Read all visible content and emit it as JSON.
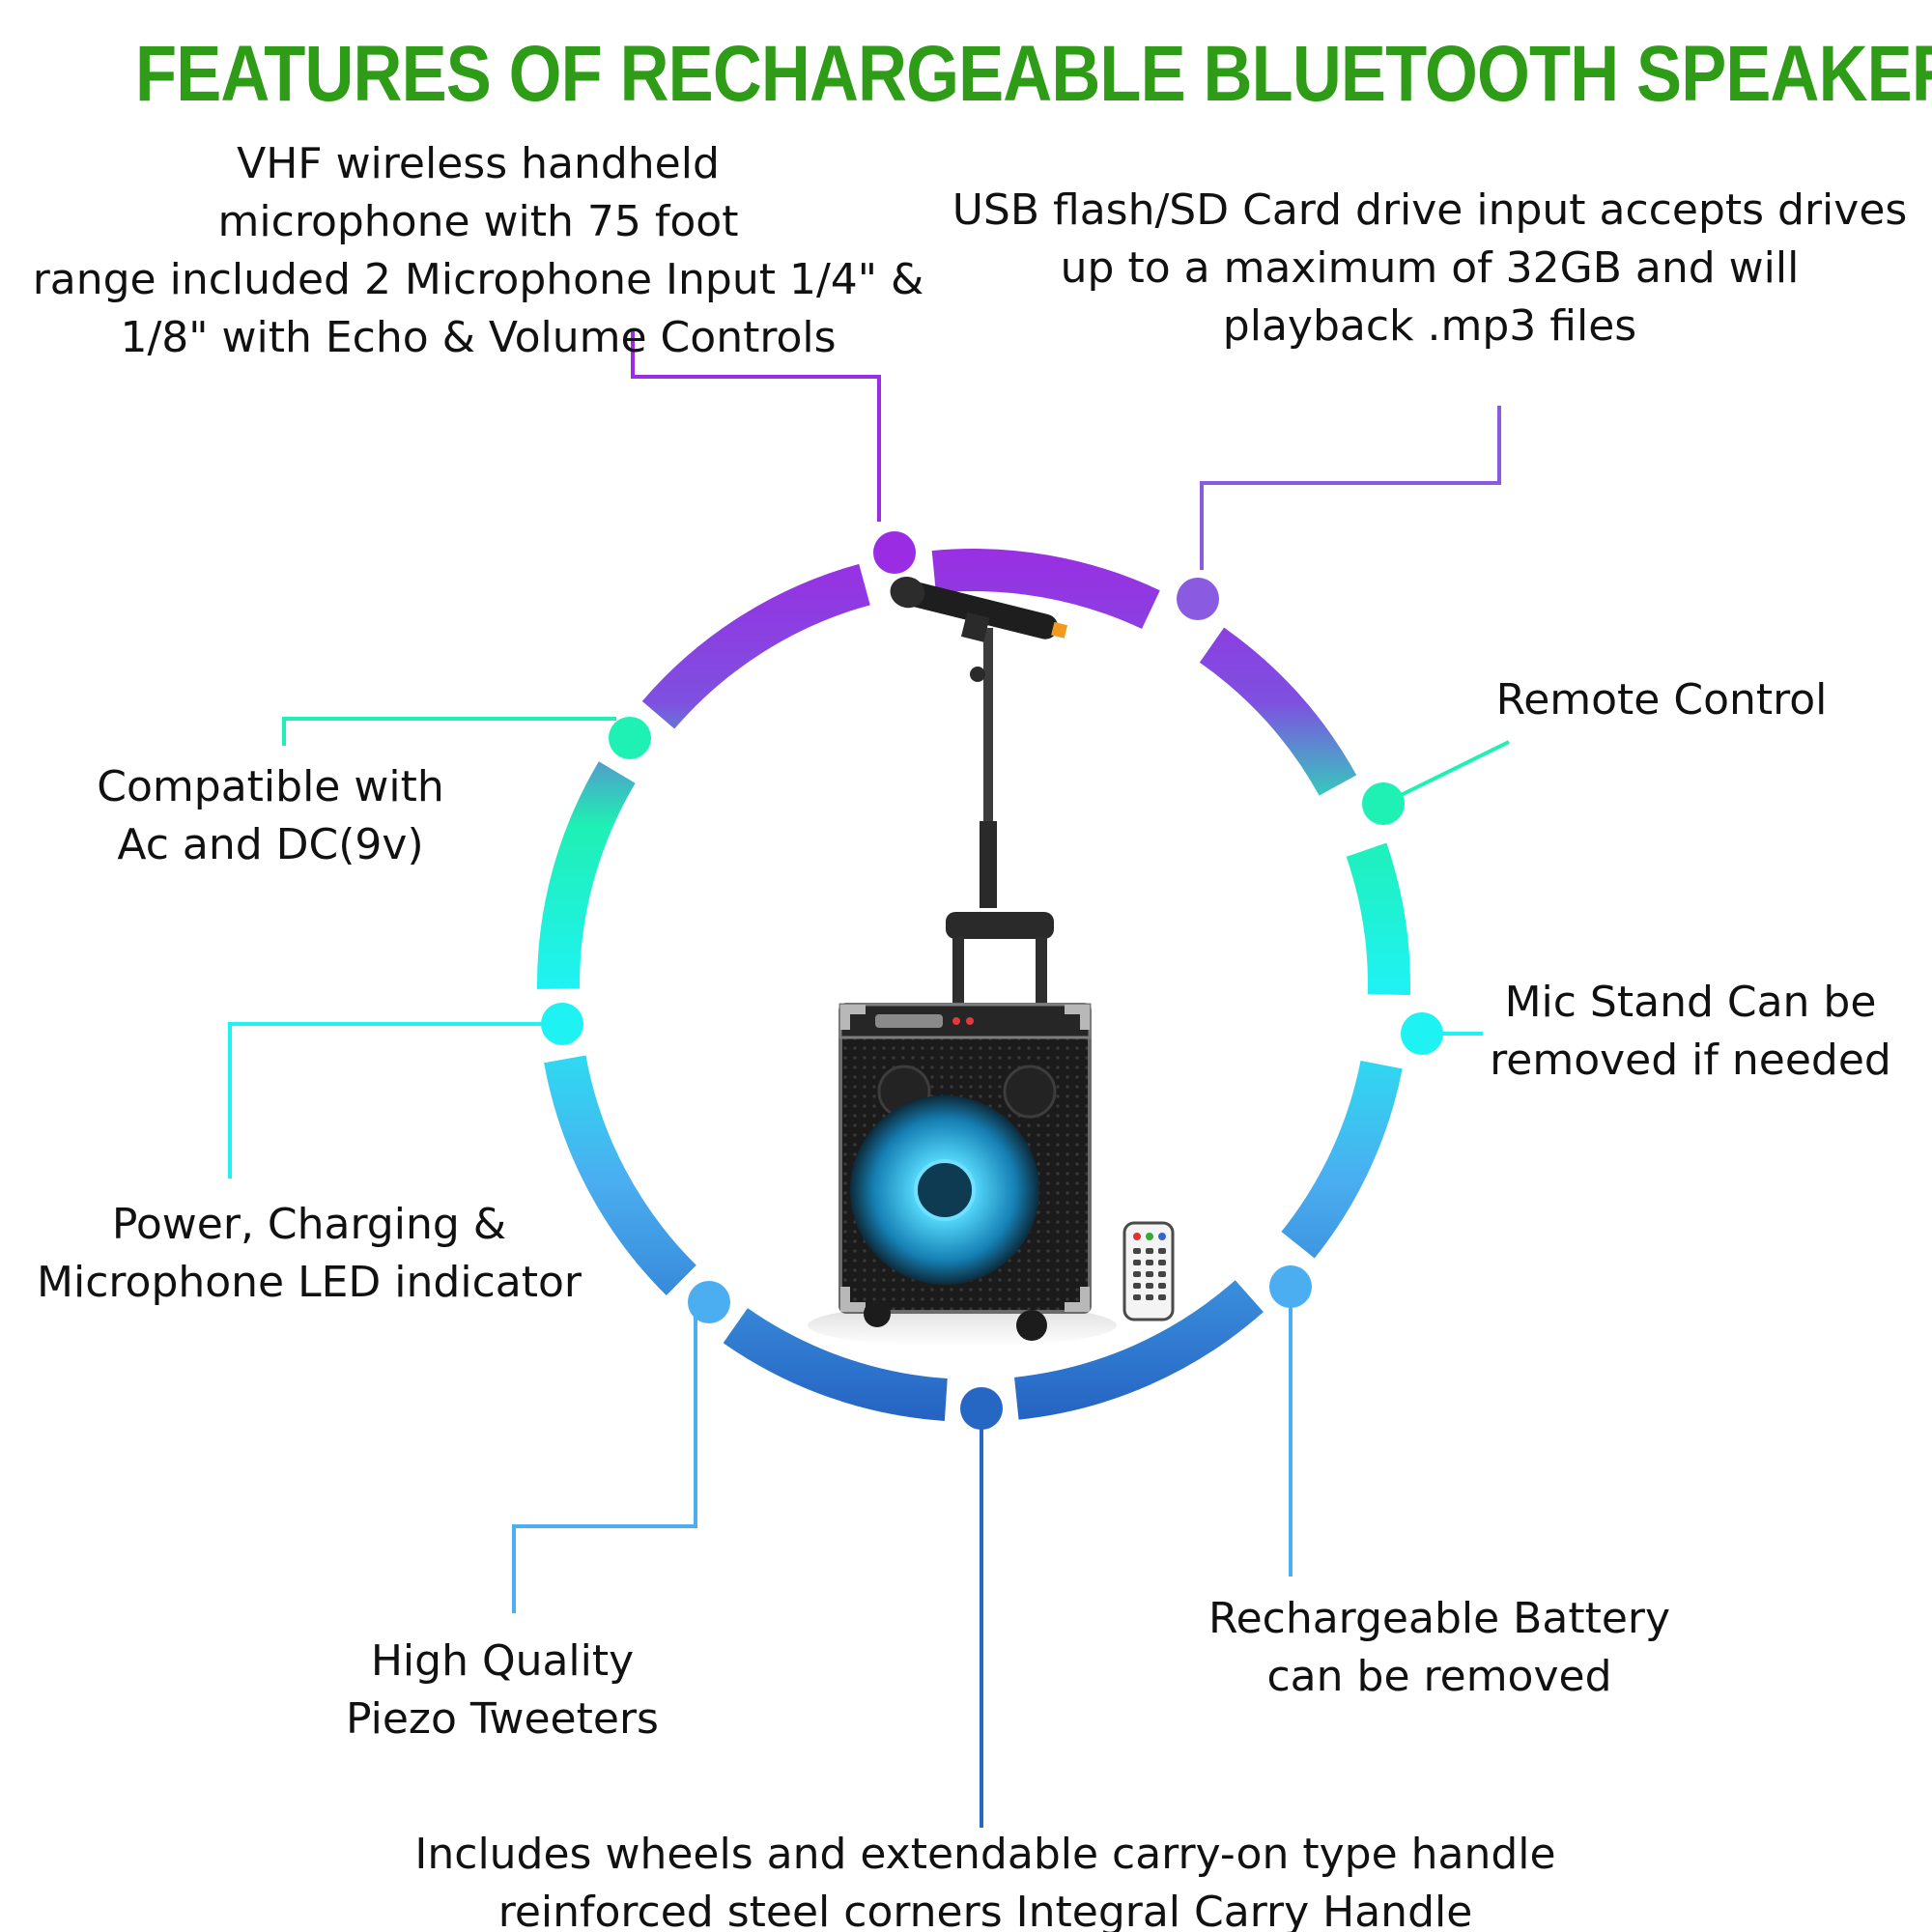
{
  "title": "FEATURES OF RECHARGEABLE BLUETOOTH SPEAKER",
  "colors": {
    "title": "#2e9c16",
    "purple": "#9a2de3",
    "violet": "#8a5ae0",
    "teal": "#1ff0b4",
    "cyan": "#1ff2f2",
    "sky": "#4aaef0",
    "blue": "#2667c4"
  },
  "features": [
    {
      "id": "microphone",
      "lines": [
        "VHF wireless handheld",
        "microphone with 75 foot",
        "range included 2 Microphone Input 1/4\" &",
        "1/8\" with Echo & Volume Controls"
      ]
    },
    {
      "id": "usb",
      "lines": [
        "USB flash/SD Card drive input accepts drives",
        "up to a maximum of 32GB and will",
        "playback .mp3 files"
      ]
    },
    {
      "id": "remote",
      "lines": [
        "Remote Control"
      ]
    },
    {
      "id": "mic-stand",
      "lines": [
        "Mic Stand Can be",
        "removed if needed"
      ]
    },
    {
      "id": "battery",
      "lines": [
        "Rechargeable Battery",
        "can be removed"
      ]
    },
    {
      "id": "wheels",
      "lines": [
        "Includes wheels and extendable carry-on type handle",
        "reinforced steel corners Integral Carry Handle"
      ]
    },
    {
      "id": "tweeters",
      "lines": [
        "High Quality",
        "Piezo Tweeters"
      ]
    },
    {
      "id": "led",
      "lines": [
        "Power, Charging &",
        "Microphone LED indicator"
      ]
    },
    {
      "id": "power",
      "lines": [
        "Compatible with",
        "Ac and DC(9v)"
      ]
    }
  ],
  "product": {
    "icon": "bluetooth-speaker-with-mic-stand-and-remote-icon"
  }
}
